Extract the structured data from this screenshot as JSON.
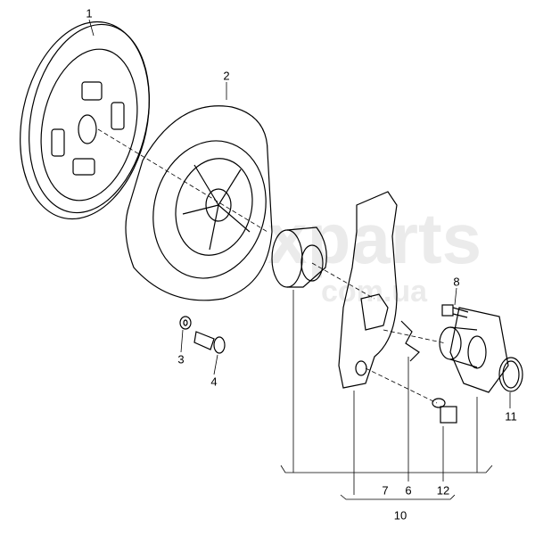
{
  "watermark": {
    "main": "xparts",
    "sub": "com.ua"
  },
  "callouts": {
    "c1": "1",
    "c2": "2",
    "c3": "3",
    "c4": "4",
    "c6": "6",
    "c7": "7",
    "c8": "8",
    "c10": "10",
    "c11": "11",
    "c12": "12"
  },
  "colors": {
    "line": "#000000",
    "watermark": "#ebebeb"
  }
}
